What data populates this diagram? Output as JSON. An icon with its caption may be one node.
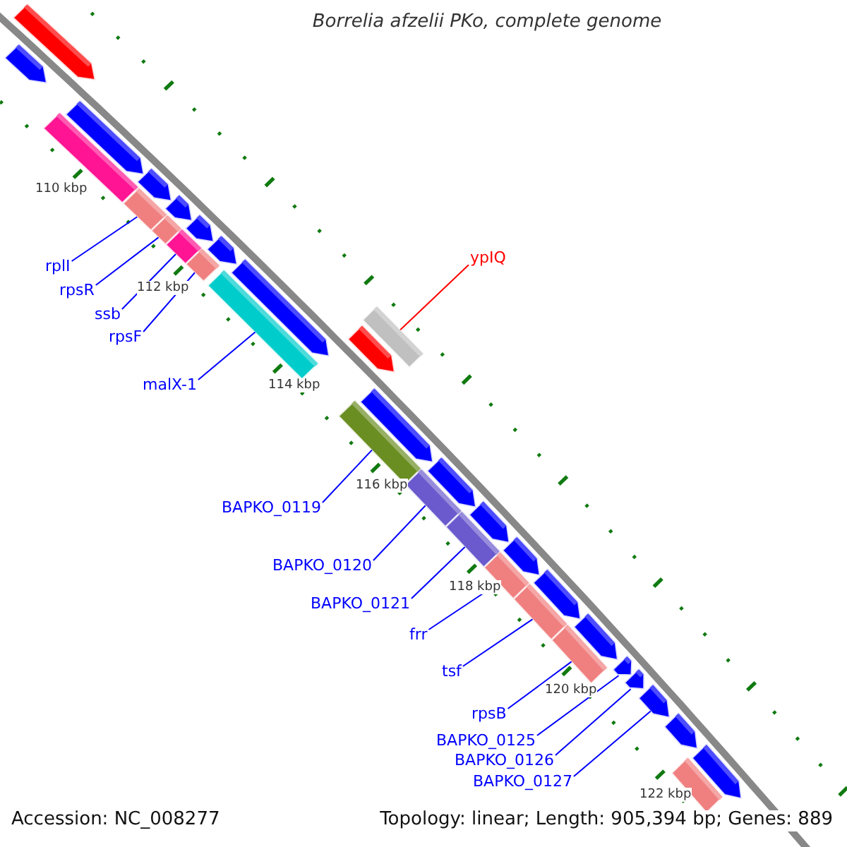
{
  "diagram": {
    "title": "Borrelia afzelii PKo, complete genome",
    "nodes": [
      {
        "text": [
          "rplI"
        ]
      },
      {
        "text": [
          "rpsR"
        ]
      },
      {
        "text": [
          "ssb"
        ]
      },
      {
        "text": [
          "rpsF"
        ]
      },
      {
        "text": [
          "malX-1"
        ]
      },
      {
        "text": [
          "ypIQ"
        ]
      },
      {
        "text": [
          "BAPKO_0119"
        ]
      },
      {
        "text": [
          "BAPKO_0120"
        ]
      },
      {
        "text": [
          "BAPKO_0121"
        ]
      },
      {
        "text": [
          "frr"
        ]
      },
      {
        "text": [
          "tsf"
        ]
      },
      {
        "text": [
          "rpsB"
        ]
      },
      {
        "text": [
          "BAPKO_0125"
        ]
      },
      {
        "text": [
          "BAPKO_0126"
        ]
      },
      {
        "text": [
          "BAPKO_0127"
        ]
      },
      {
        "text": [],
        "shape": "arrow"
      },
      {
        "text": [],
        "shape": "arrow"
      },
      {
        "text": [],
        "shape": "bar"
      },
      {
        "text": [],
        "shape": "arrow"
      },
      {
        "text": [],
        "shape": "arrow"
      },
      {
        "text": [],
        "shape": "bar"
      },
      {
        "text": [],
        "shape": "arrow"
      },
      {
        "text": [],
        "shape": "bar"
      },
      {
        "text": [],
        "shape": "bar"
      },
      {
        "text": [],
        "shape": "arrow"
      },
      {
        "text": [],
        "shape": "bar"
      },
      {
        "text": [],
        "shape": "arrow"
      },
      {
        "text": [],
        "shape": "bar"
      },
      {
        "text": [],
        "shape": "arrow"
      },
      {
        "text": [],
        "shape": "bar"
      },
      {
        "text": [],
        "shape": "arrow"
      },
      {
        "text": [],
        "shape": "bar"
      },
      {
        "text": [],
        "shape": "arrow"
      },
      {
        "text": [],
        "shape": "bar"
      },
      {
        "text": [],
        "shape": "arrow"
      },
      {
        "text": [],
        "shape": "bar"
      },
      {
        "text": [],
        "shape": "arrow"
      },
      {
        "text": [],
        "shape": "bar"
      },
      {
        "text": [],
        "shape": "arrow"
      },
      {
        "text": [],
        "shape": "bar"
      },
      {
        "text": [],
        "shape": "arrow"
      },
      {
        "text": [],
        "shape": "bar"
      },
      {
        "text": [],
        "shape": "arrow"
      },
      {
        "text": [],
        "shape": "arrow"
      },
      {
        "text": [],
        "shape": "arrow"
      },
      {
        "text": [],
        "shape": "arrow"
      },
      {
        "text": [],
        "shape": "arrow"
      },
      {
        "text": [],
        "shape": "bar"
      },
      {
        "text": [],
        "shape": "arrow"
      }
    ],
    "edges": [
      {
        "from": 0,
        "to": 20,
        "arrow": "none"
      },
      {
        "from": 1,
        "to": 22,
        "arrow": "none"
      },
      {
        "from": 2,
        "to": 23,
        "arrow": "none"
      },
      {
        "from": 3,
        "to": 25,
        "arrow": "none"
      },
      {
        "from": 4,
        "to": 27,
        "arrow": "none"
      },
      {
        "from": 5,
        "to": 29,
        "arrow": "none",
        "color": "#ff0000"
      },
      {
        "from": 6,
        "to": 31,
        "arrow": "none"
      },
      {
        "from": 7,
        "to": 33,
        "arrow": "none"
      },
      {
        "from": 8,
        "to": 35,
        "arrow": "none"
      },
      {
        "from": 9,
        "to": 37,
        "arrow": "none"
      },
      {
        "from": 10,
        "to": 39,
        "arrow": "none"
      },
      {
        "from": 11,
        "to": 41,
        "arrow": "none"
      },
      {
        "from": 12,
        "to": 43,
        "arrow": "none"
      },
      {
        "from": 13,
        "to": 44,
        "arrow": "none"
      },
      {
        "from": 14,
        "to": 45,
        "arrow": "none"
      }
    ],
    "labels": [
      "110 kbp",
      "112 kbp",
      "114 kbp",
      "116 kbp",
      "118 kbp",
      "120 kbp",
      "122 kbp",
      "Accession: NC_008277",
      "Topology: linear; Length: 905,394 bp; Genes: 889"
    ]
  }
}
